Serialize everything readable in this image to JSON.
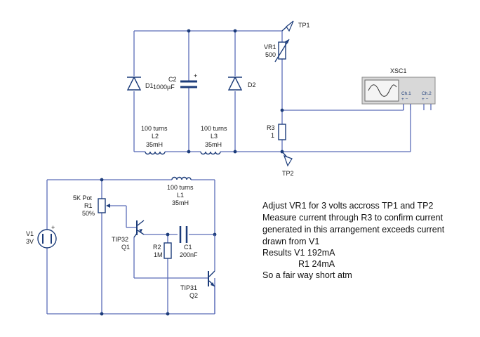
{
  "components": {
    "tp1": "TP1",
    "tp2": "TP2",
    "vr1": {
      "ref": "VR1",
      "value": "500"
    },
    "d1": "D1",
    "d2": "D2",
    "c2": {
      "ref": "C2",
      "value": "1000µF",
      "polarity": "+"
    },
    "r3": {
      "ref": "R3",
      "value": "1"
    },
    "l2": {
      "turns": "100 turns",
      "ref": "L2",
      "value": "35mH"
    },
    "l3": {
      "turns": "100 turns",
      "ref": "L3",
      "value": "35mH"
    },
    "l1": {
      "turns": "100 turns",
      "ref": "L1",
      "value": "35mH"
    },
    "scope": {
      "ref": "XSC1",
      "ch1": "Ch.1",
      "ch2": "Ch.2",
      "pm1": "+ −",
      "pm2": "+ −"
    },
    "r1": {
      "type": "5K Pot",
      "ref": "R1",
      "value": "50%"
    },
    "v1": {
      "ref": "V1",
      "value": "3V",
      "polarity": "+"
    },
    "q1": {
      "model": "TIP32",
      "ref": "Q1"
    },
    "r2": {
      "ref": "R2",
      "value": "1M"
    },
    "c1": {
      "ref": "C1",
      "value": "200nF"
    },
    "q2": {
      "model": "TIP31",
      "ref": "Q2"
    }
  },
  "notes": [
    "Adjust VR1 for 3 volts accross TP1 and TP2",
    "Measure current through R3 to confirm current",
    "generated in this arrangement exceeds current",
    "drawn from V1",
    "Results  V1 192mA",
    "R1 24mA",
    "So a fair way short atm"
  ],
  "colors": {
    "wire": "#5b6cb8",
    "component": "#1c3c7a",
    "scope_body": "#d8d8d8"
  }
}
